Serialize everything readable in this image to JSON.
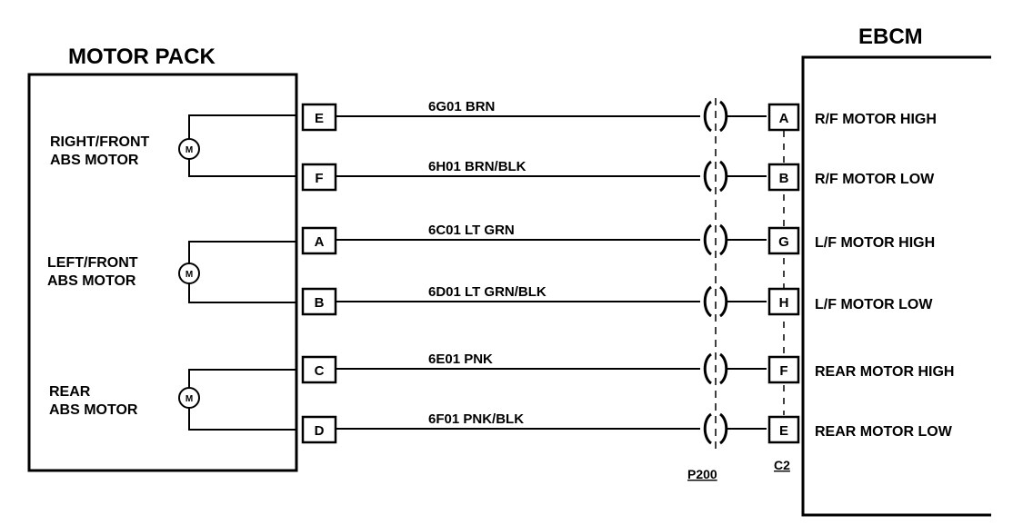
{
  "motor_pack": {
    "title": "MOTOR PACK",
    "motor_symbol": "M",
    "motors": [
      {
        "line1": "RIGHT/FRONT",
        "line2": "ABS MOTOR"
      },
      {
        "line1": "LEFT/FRONT",
        "line2": "ABS MOTOR"
      },
      {
        "line1": "REAR",
        "line2": "ABS MOTOR"
      }
    ],
    "pins": [
      "E",
      "F",
      "A",
      "B",
      "C",
      "D"
    ]
  },
  "circuits": [
    {
      "wire": "6G01 BRN",
      "ebcm_pin": "A",
      "function": "R/F MOTOR HIGH"
    },
    {
      "wire": "6H01 BRN/BLK",
      "ebcm_pin": "B",
      "function": "R/F MOTOR LOW"
    },
    {
      "wire": "6C01 LT GRN",
      "ebcm_pin": "G",
      "function": "L/F MOTOR HIGH"
    },
    {
      "wire": "6D01 LT GRN/BLK",
      "ebcm_pin": "H",
      "function": "L/F MOTOR LOW"
    },
    {
      "wire": "6E01 PNK",
      "ebcm_pin": "F",
      "function": "REAR MOTOR HIGH"
    },
    {
      "wire": "6F01 PNK/BLK",
      "ebcm_pin": "E",
      "function": "REAR MOTOR LOW"
    }
  ],
  "ebcm": {
    "title": "EBCM"
  },
  "connectors": {
    "inline": "P200",
    "ebcm": "C2"
  }
}
